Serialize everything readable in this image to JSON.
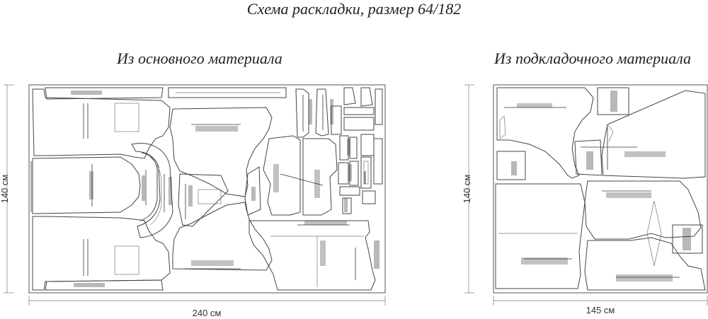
{
  "title": "Схема раскладки, размер 64/182",
  "main": {
    "subtitle": "Из основного материала",
    "width_label": "240 см",
    "height_label": "140 см"
  },
  "lining": {
    "subtitle": "Из подкладочного материала",
    "width_label": "145 см",
    "height_label": "140 см"
  }
}
